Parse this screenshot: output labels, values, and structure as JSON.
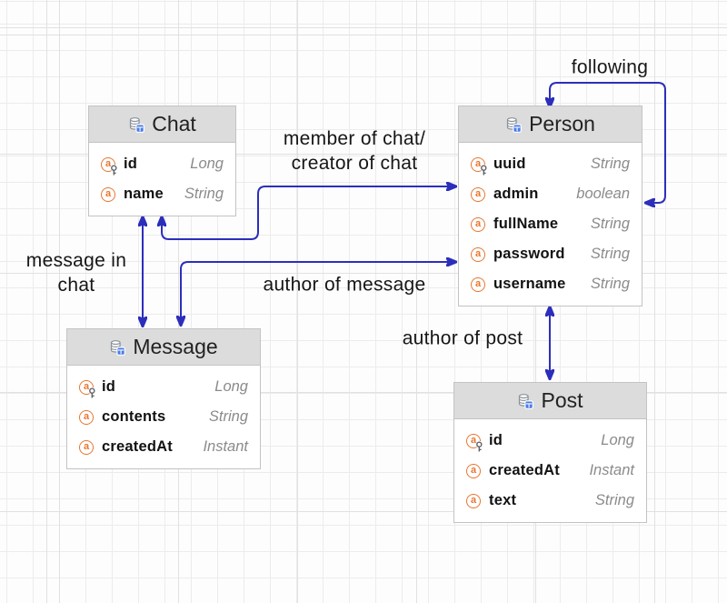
{
  "diagram": {
    "entities": {
      "chat": {
        "title": "Chat",
        "fields": [
          {
            "name": "id",
            "type": "Long",
            "key": true
          },
          {
            "name": "name",
            "type": "String",
            "key": false
          }
        ]
      },
      "person": {
        "title": "Person",
        "fields": [
          {
            "name": "uuid",
            "type": "String",
            "key": true
          },
          {
            "name": "admin",
            "type": "boolean",
            "key": false
          },
          {
            "name": "fullName",
            "type": "String",
            "key": false
          },
          {
            "name": "password",
            "type": "String",
            "key": false
          },
          {
            "name": "username",
            "type": "String",
            "key": false
          }
        ]
      },
      "message": {
        "title": "Message",
        "fields": [
          {
            "name": "id",
            "type": "Long",
            "key": true
          },
          {
            "name": "contents",
            "type": "String",
            "key": false
          },
          {
            "name": "createdAt",
            "type": "Instant",
            "key": false
          }
        ]
      },
      "post": {
        "title": "Post",
        "fields": [
          {
            "name": "id",
            "type": "Long",
            "key": true
          },
          {
            "name": "createdAt",
            "type": "Instant",
            "key": false
          },
          {
            "name": "text",
            "type": "String",
            "key": false
          }
        ]
      }
    },
    "relationships": {
      "following": {
        "label": "following"
      },
      "member_of_chat": {
        "label": "member of chat/\ncreator of chat"
      },
      "message_in_chat": {
        "label": "message in\nchat"
      },
      "author_of_message": {
        "label": "author of message"
      },
      "author_of_post": {
        "label": "author of post"
      }
    },
    "icons": {
      "entity_header": "database-table-icon",
      "attribute": "attribute-icon",
      "attribute_key": "attribute-key-icon",
      "attribute_glyph": "a"
    },
    "colors": {
      "arrow": "#2C2EBB",
      "header_bg": "#DCDCDC",
      "entity_border": "#C3C3C3",
      "attribute_orange": "#E8762F",
      "type_text": "#8B8B8B"
    }
  }
}
